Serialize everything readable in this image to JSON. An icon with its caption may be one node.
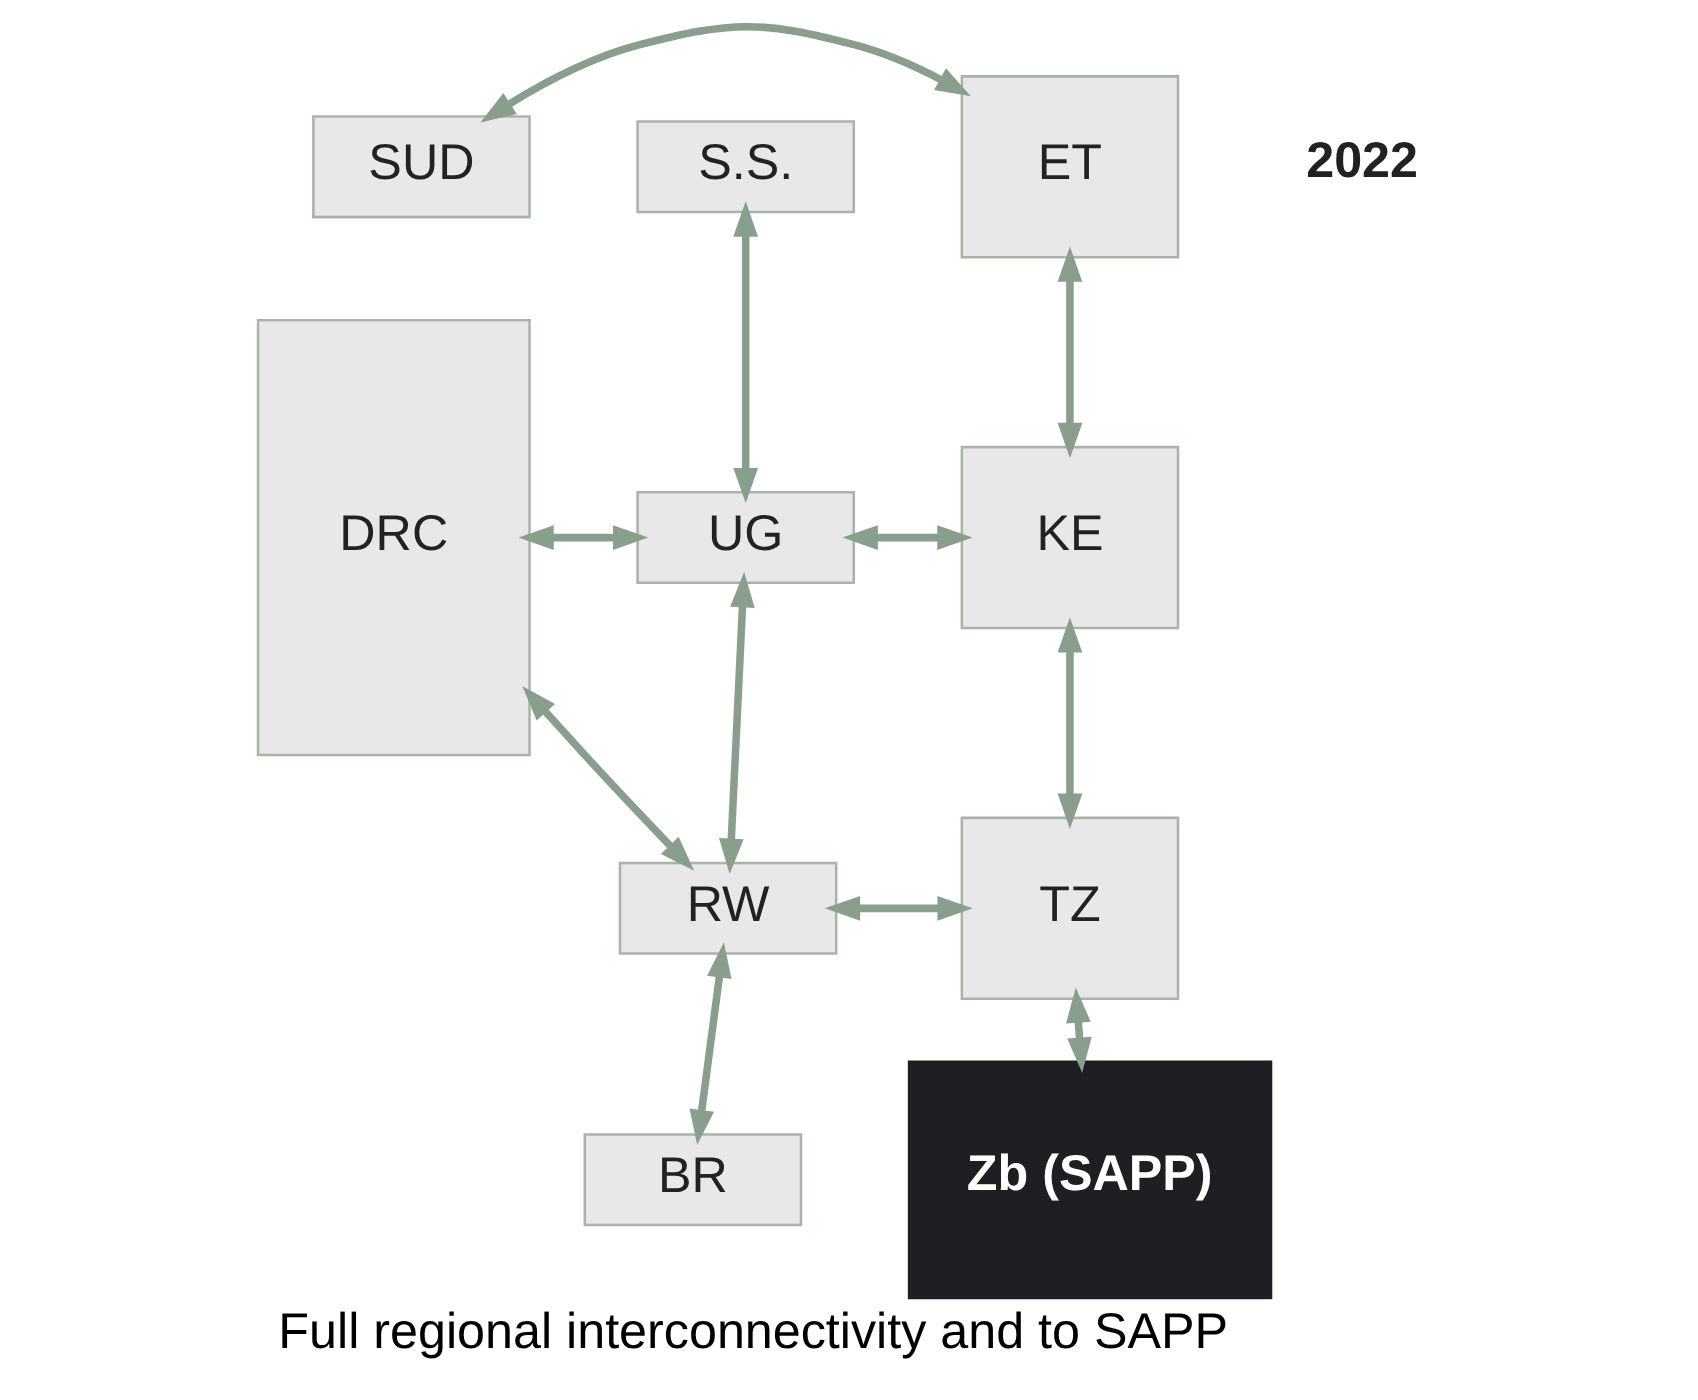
{
  "diagram": {
    "caption": "Full regional interconnectivity and to SAPP",
    "nodes": [
      {
        "text": [
          "SUD"
        ]
      },
      {
        "text": [
          "ET"
        ]
      },
      {
        "text": [
          "S.S."
        ]
      },
      {
        "text": [
          "DRC"
        ]
      },
      {
        "text": [
          "UG"
        ]
      },
      {
        "text": [
          "KE"
        ]
      },
      {
        "text": [
          "RW"
        ]
      },
      {
        "text": [
          "TZ"
        ]
      },
      {
        "text": [
          "BR"
        ]
      },
      {
        "text": [
          "Zb (SAPP)"
        ]
      }
    ],
    "edges": [
      {
        "from": 0,
        "to": 1,
        "arrow": "both"
      },
      {
        "from": 1,
        "to": 5,
        "arrow": "both"
      },
      {
        "from": 2,
        "to": 4,
        "arrow": "both"
      },
      {
        "from": 4,
        "to": 5,
        "arrow": "both"
      },
      {
        "from": 3,
        "to": 4,
        "arrow": "both"
      },
      {
        "from": 4,
        "to": 6,
        "arrow": "both"
      },
      {
        "from": 3,
        "to": 6,
        "arrow": "both"
      },
      {
        "from": 6,
        "to": 7,
        "arrow": "both"
      },
      {
        "from": 5,
        "to": 7,
        "arrow": "both"
      },
      {
        "from": 6,
        "to": 8,
        "arrow": "both"
      },
      {
        "from": 7,
        "to": 9,
        "arrow": "both"
      }
    ],
    "labels": [
      "2022"
    ]
  }
}
